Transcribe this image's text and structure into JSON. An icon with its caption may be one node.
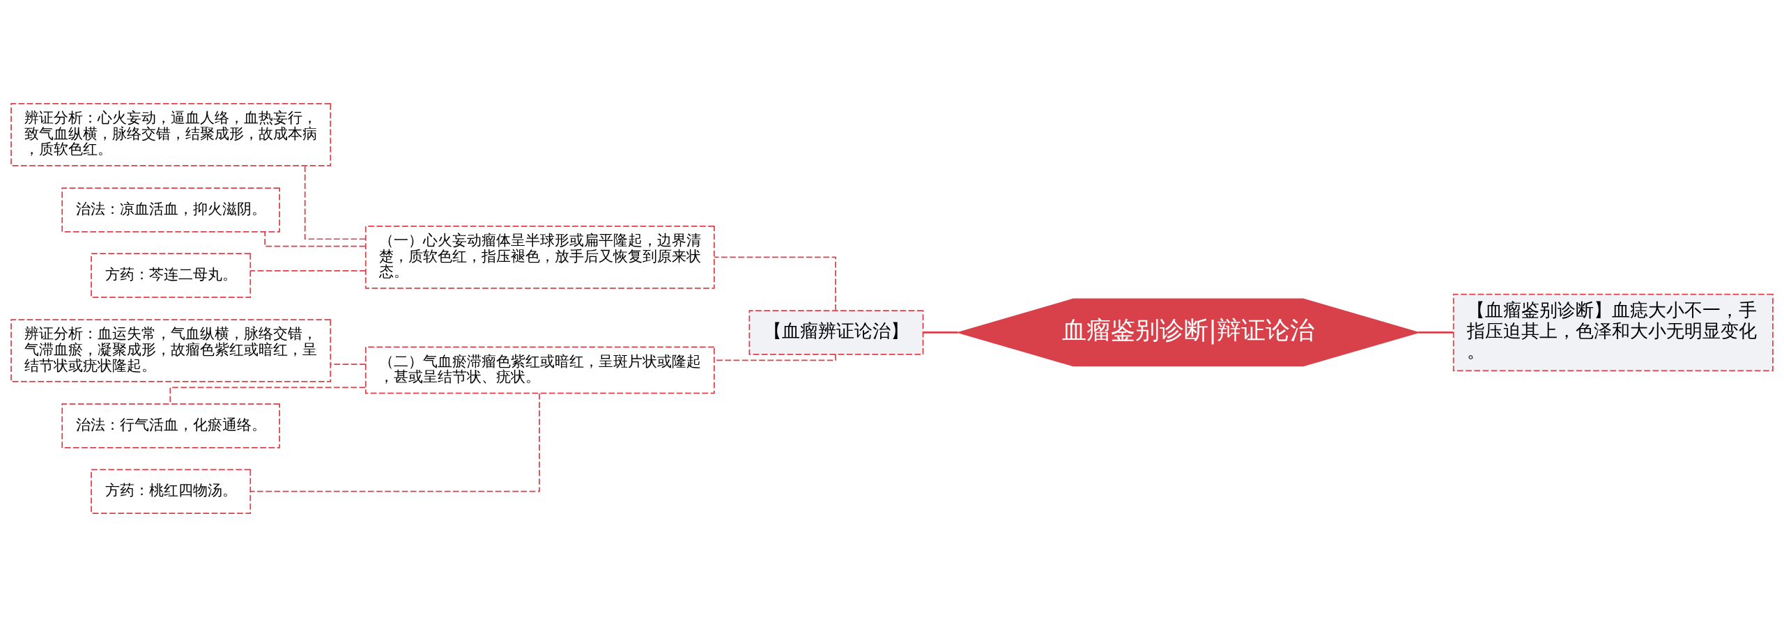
{
  "diagram": {
    "nodes": [
      {
        "text": [
          "血瘤鉴别诊断|辩证论治"
        ]
      },
      {
        "text": [
          "【血瘤鉴别诊断】血痣大小不一，手指压迫其上，色泽和大小无明显变化。"
        ]
      },
      {
        "text": [
          "【血瘤辨证论治】"
        ]
      },
      {
        "text": [
          "（一）心火妄动瘤体呈半球形或扁平隆起，边界清楚，质软色红，指压褪色，放手后又恢复到原来状态。"
        ]
      },
      {
        "text": [
          "辨证分析：心火妄动，逼血人络，血热妄行，致气血纵横，脉络交错，结聚成形，故成本病，质软色红。"
        ]
      },
      {
        "text": [
          "治法：凉血活血，抑火滋阴。"
        ]
      },
      {
        "text": [
          "方药：芩连二母丸。"
        ]
      },
      {
        "text": [
          "（二）气血瘀滞瘤色紫红或暗红，呈斑片状或隆起，甚或呈结节状、疣状。"
        ]
      },
      {
        "text": [
          "辨证分析：血运失常，气血纵横，脉络交错，气滞血瘀，凝聚成形，故瘤色紫红或暗红，呈结节状或疣状隆起。"
        ]
      },
      {
        "text": [
          "治法：行气活血，化瘀通络。"
        ]
      },
      {
        "text": [
          "方药：桃红四物汤。"
        ]
      }
    ],
    "edges": [
      {
        "from": 0,
        "to": 1,
        "arrow": "none"
      },
      {
        "from": 0,
        "to": 2,
        "arrow": "none"
      },
      {
        "from": 2,
        "to": 3,
        "arrow": "none",
        "style": "dashed"
      },
      {
        "from": 3,
        "to": 4,
        "arrow": "none",
        "style": "dashed"
      },
      {
        "from": 3,
        "to": 5,
        "arrow": "none",
        "style": "dashed"
      },
      {
        "from": 3,
        "to": 6,
        "arrow": "none",
        "style": "dashed"
      },
      {
        "from": 2,
        "to": 7,
        "arrow": "none",
        "style": "dashed"
      },
      {
        "from": 7,
        "to": 8,
        "arrow": "none",
        "style": "dashed"
      },
      {
        "from": 7,
        "to": 9,
        "arrow": "none",
        "style": "dashed"
      },
      {
        "from": 7,
        "to": 10,
        "arrow": "none",
        "style": "dashed"
      }
    ]
  }
}
